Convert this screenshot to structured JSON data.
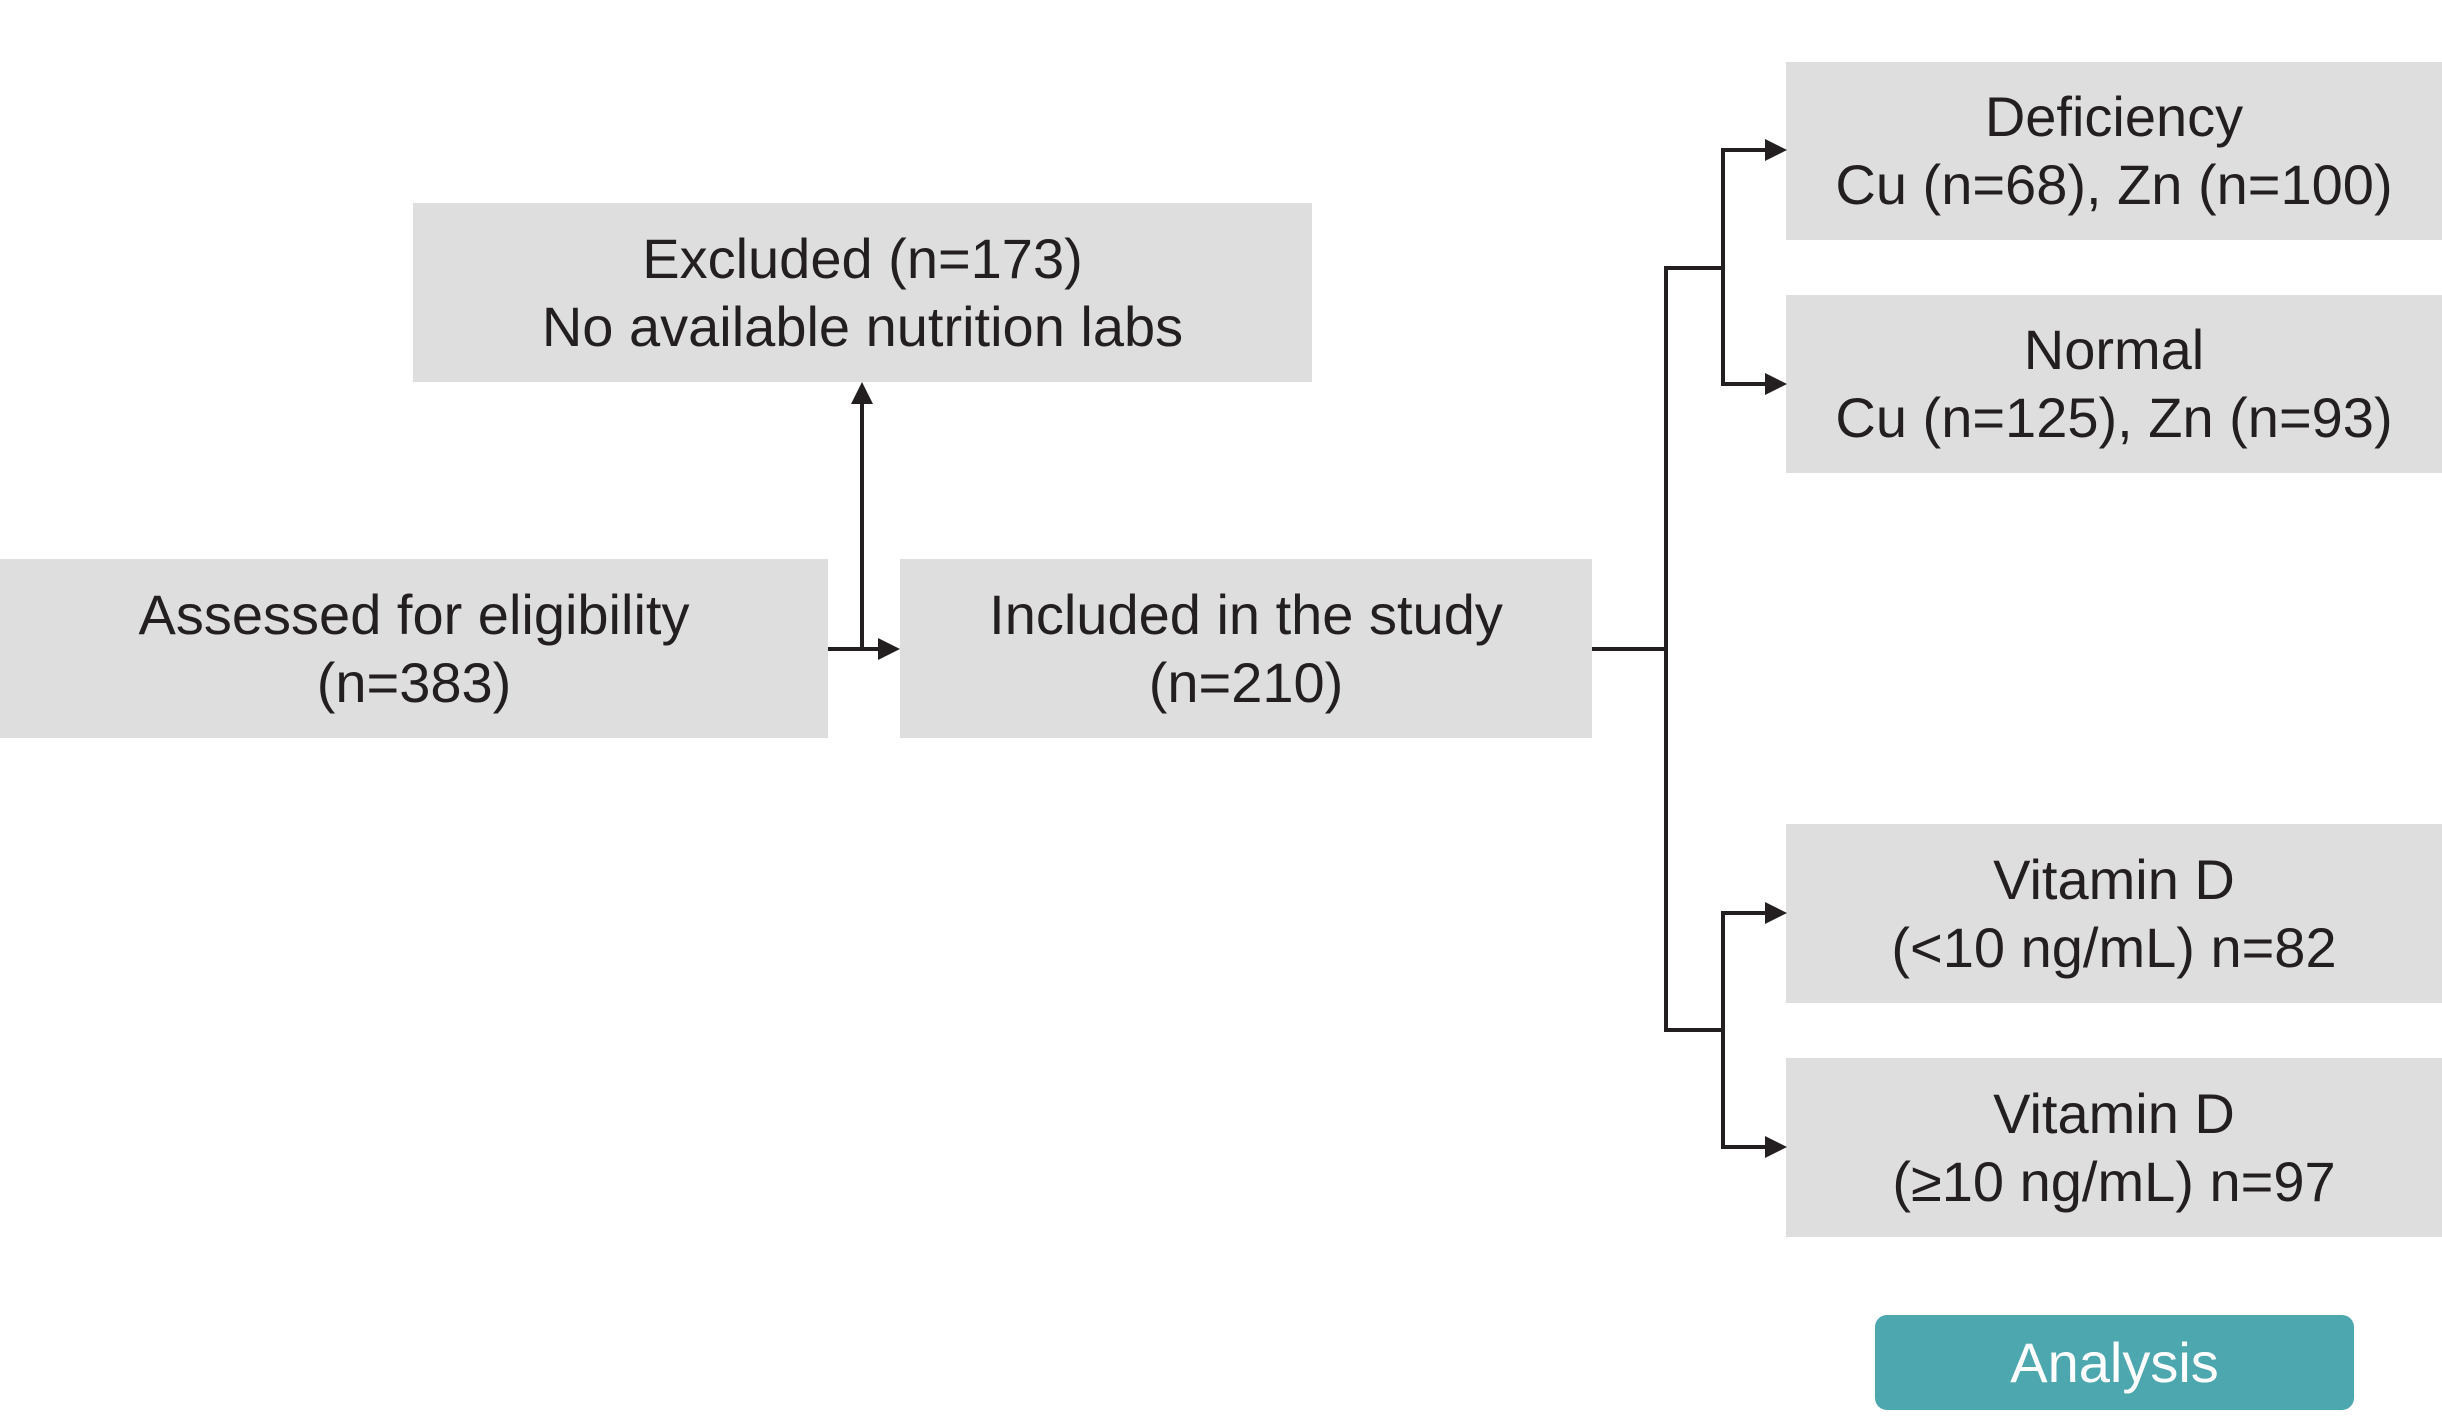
{
  "colors": {
    "background": "#ffffff",
    "box_fill": "#dedede",
    "line": "#231f20",
    "analysis_fill": "#4da7ae",
    "analysis_text": "#ffffff"
  },
  "boxes": {
    "assessed": {
      "line1": "Assessed for eligibility",
      "line2": "(n=383)"
    },
    "excluded": {
      "line1": "Excluded (n=173)",
      "line2": "No available nutrition labs"
    },
    "included": {
      "line1": "Included in the study",
      "line2": "(n=210)"
    },
    "deficiency": {
      "line1": "Deficiency",
      "line2": "Cu (n=68), Zn (n=100)"
    },
    "normal": {
      "line1": "Normal",
      "line2": "Cu (n=125), Zn (n=93)"
    },
    "vitamin_d_low": {
      "line1": "Vitamin D",
      "line2": "(<10 ng/mL) n=82"
    },
    "vitamin_d_high": {
      "line1": "Vitamin D",
      "line2": "(≥10 ng/mL) n=97"
    },
    "analysis": {
      "label": "Analysis"
    }
  }
}
